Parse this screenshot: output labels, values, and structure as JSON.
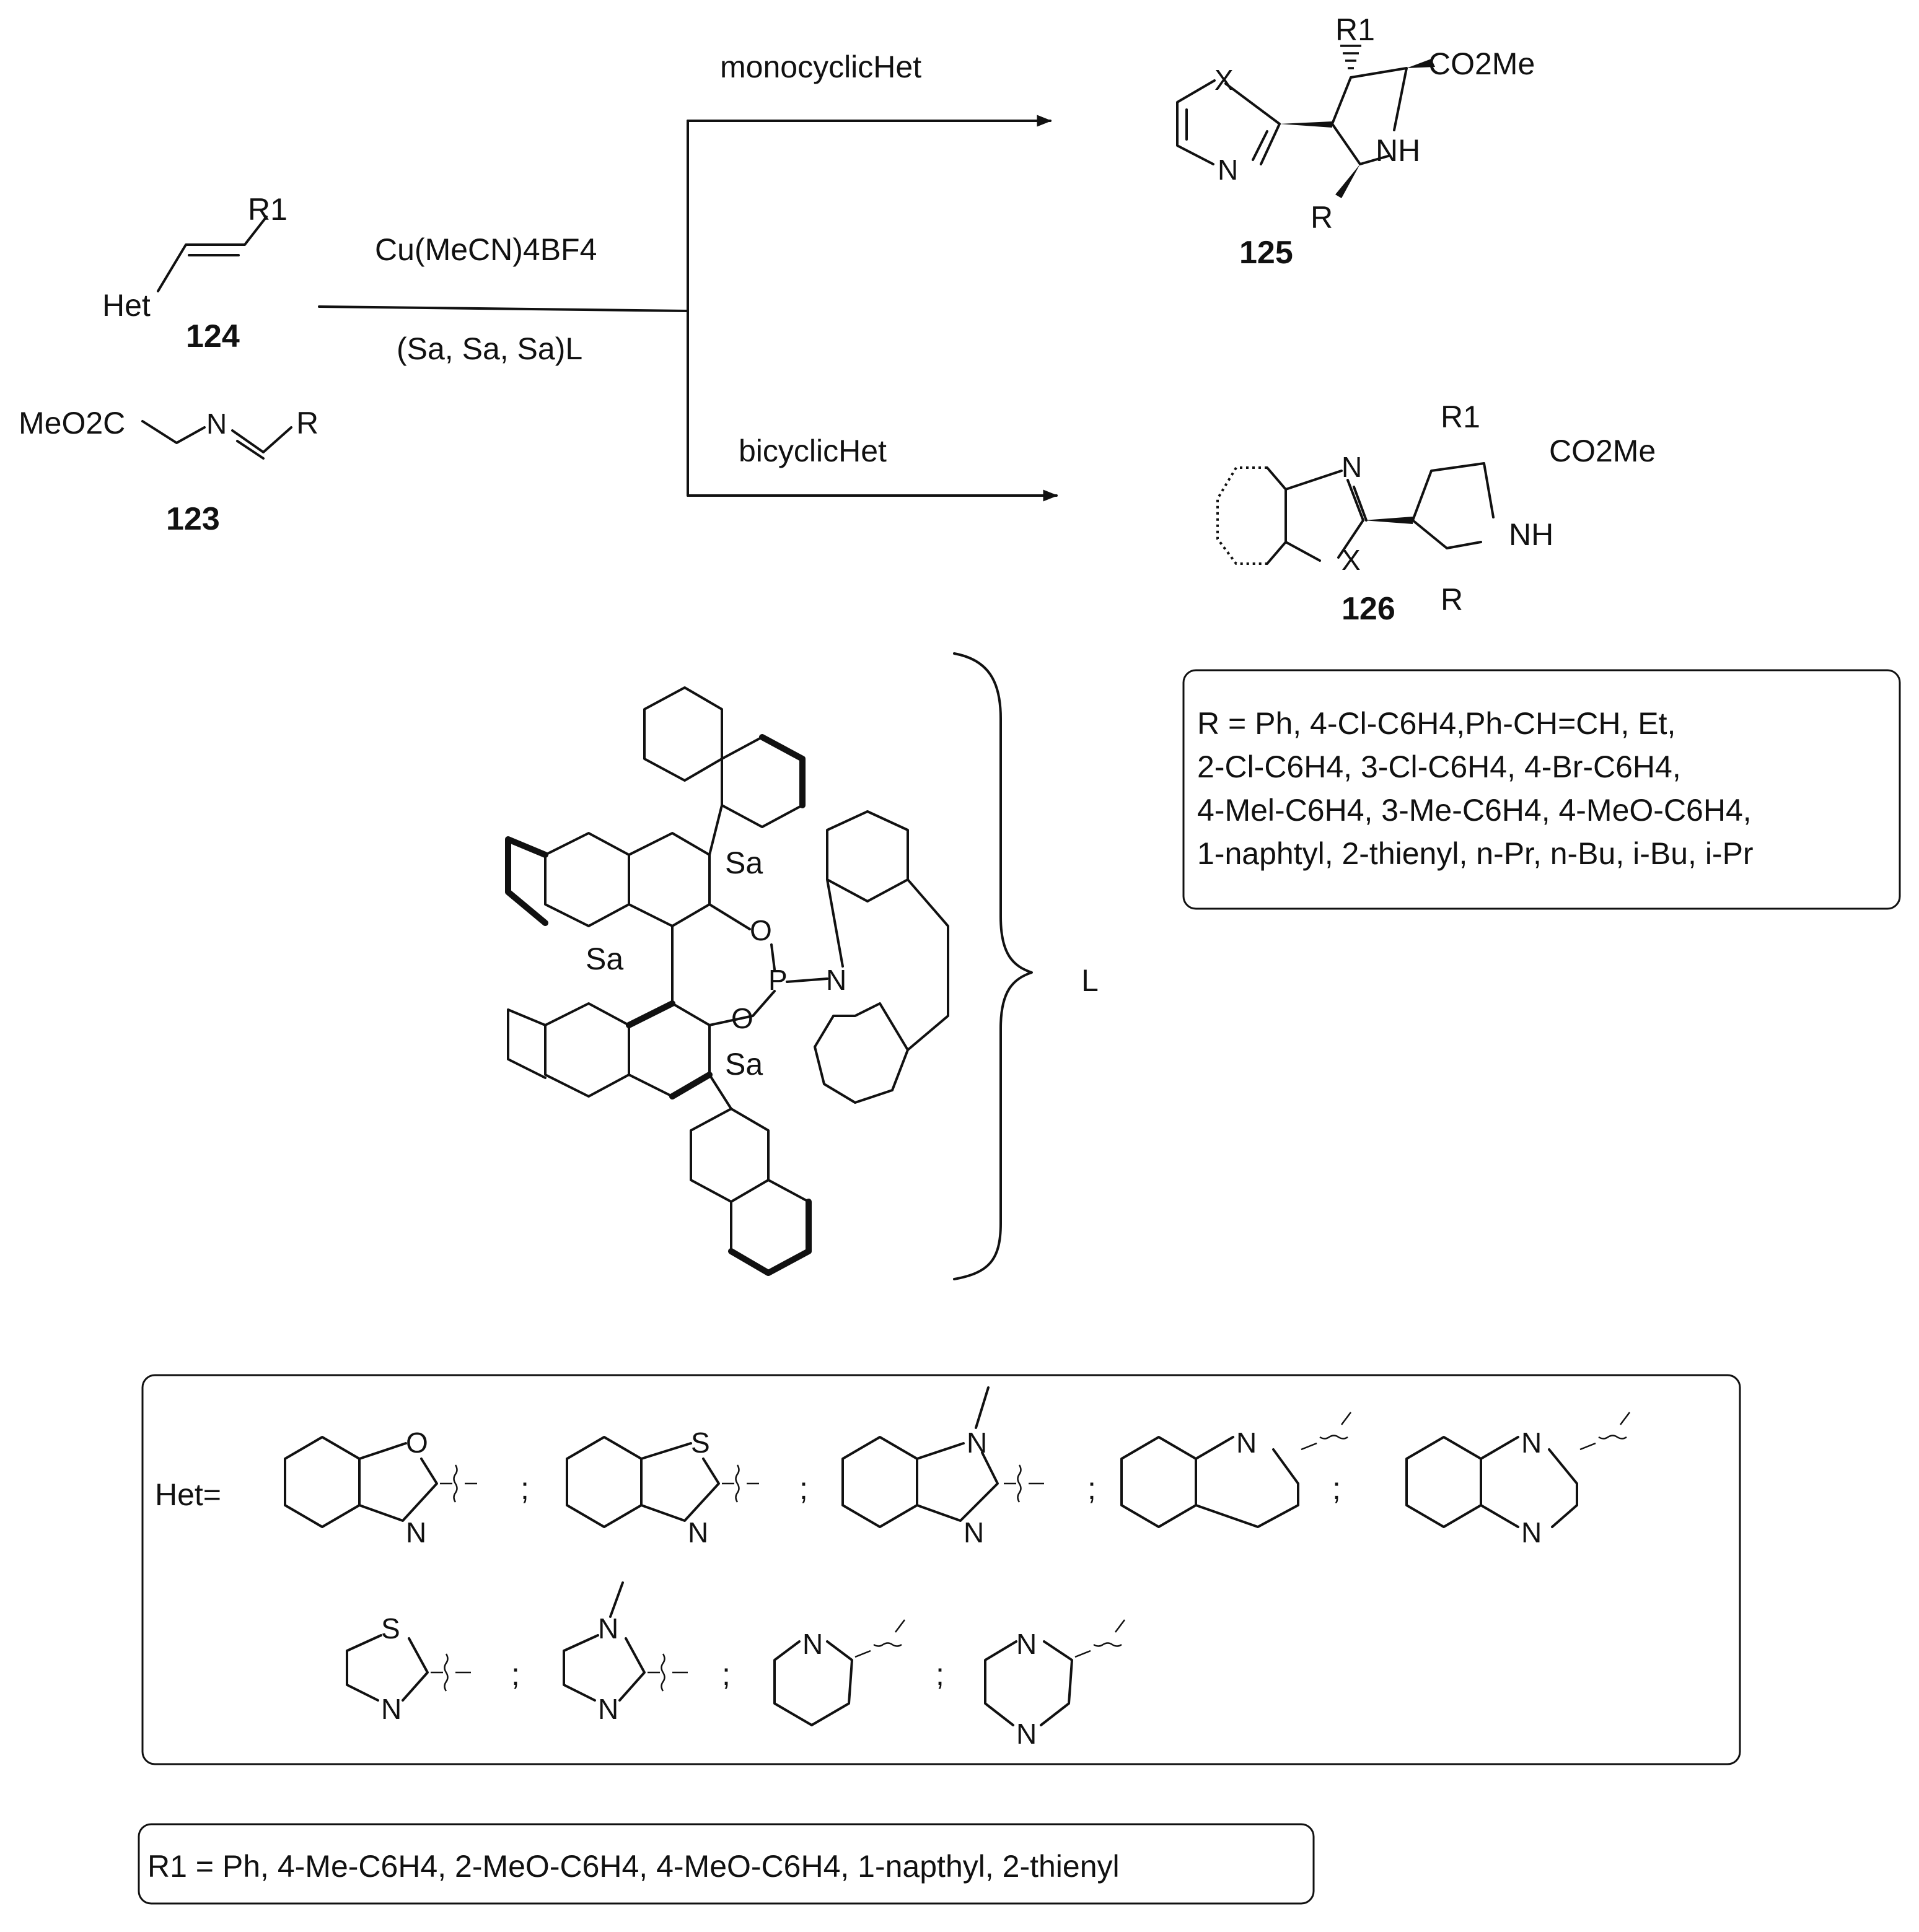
{
  "conditions": {
    "reagent": "Cu(MeCN)4BF4",
    "ligand": "(Sa, Sa, Sa)L",
    "branch_top": "monocyclicHet",
    "branch_bottom": "bicyclicHet"
  },
  "compounds": {
    "alkene": {
      "number": "124",
      "het": "Het",
      "substituent": "R1"
    },
    "imine": {
      "number": "123",
      "ester": "MeO2C",
      "n": "N",
      "substituent": "R"
    },
    "product_mono": {
      "number": "125",
      "ester": "CO2Me",
      "nh": "NH",
      "x": "X",
      "n": "N",
      "r": "R",
      "r1": "R1"
    },
    "product_bi": {
      "number": "126",
      "ester": "CO2Me",
      "nh": "NH",
      "x": "X",
      "n": "N",
      "r": "R",
      "r1": "R1"
    }
  },
  "ligand": {
    "label": "L",
    "stereo": "Sa",
    "atoms": {
      "o1": "O",
      "o2": "O",
      "p": "P",
      "n": "N"
    }
  },
  "het_box": {
    "title": "Het=",
    "separator": ";",
    "atoms": {
      "o": "O",
      "s": "S",
      "n": "N"
    }
  },
  "r_list": {
    "line1": "R = Ph, 4-Cl-C6H4,Ph-CH=CH, Et,",
    "line2": "2-Cl-C6H4, 3-Cl-C6H4, 4-Br-C6H4,",
    "line3": "4-Mel-C6H4, 3-Me-C6H4, 4-MeO-C6H4,",
    "line4": "1-naphtyl, 2-thienyl, n-Pr, n-Bu, i-Bu, i-Pr"
  },
  "r1_list": {
    "text": "R1 = Ph, 4-Me-C6H4, 2-MeO-C6H4, 4-MeO-C6H4, 1-napthyl, 2-thienyl"
  }
}
